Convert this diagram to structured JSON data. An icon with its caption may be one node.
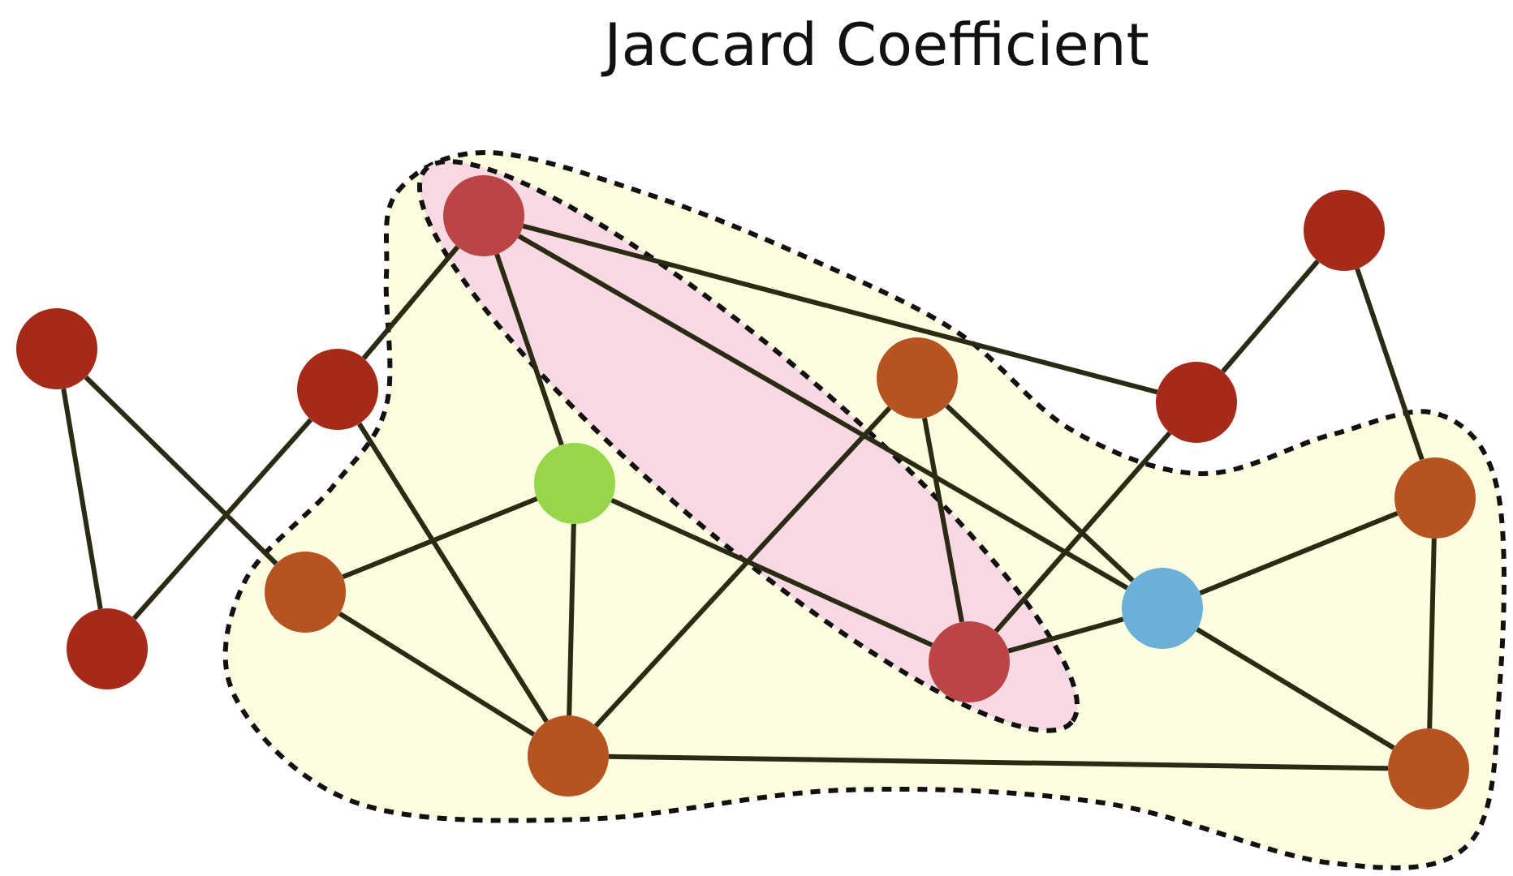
{
  "diagram": {
    "title": "Jaccard Coefficient",
    "nodes": [
      {
        "text": [],
        "shape": "circle"
      },
      {
        "text": [],
        "shape": "circle"
      },
      {
        "text": [],
        "shape": "circle"
      },
      {
        "text": [],
        "shape": "circle"
      },
      {
        "text": [],
        "shape": "circle"
      },
      {
        "text": [],
        "shape": "circle"
      },
      {
        "text": [],
        "shape": "circle"
      },
      {
        "text": [],
        "shape": "circle"
      },
      {
        "text": [],
        "shape": "circle"
      },
      {
        "text": [],
        "shape": "circle"
      },
      {
        "text": [],
        "shape": "circle"
      },
      {
        "text": [],
        "shape": "circle"
      },
      {
        "text": [],
        "shape": "circle"
      },
      {
        "text": [],
        "shape": "circle"
      }
    ],
    "edges": [
      {
        "from": 0,
        "to": 1,
        "arrow": "none"
      },
      {
        "from": 0,
        "to": 4,
        "arrow": "none"
      },
      {
        "from": 1,
        "to": 2,
        "arrow": "none"
      },
      {
        "from": 2,
        "to": 3,
        "arrow": "none"
      },
      {
        "from": 2,
        "to": 6,
        "arrow": "none"
      },
      {
        "from": 3,
        "to": 5,
        "arrow": "none"
      },
      {
        "from": 3,
        "to": 9,
        "arrow": "none"
      },
      {
        "from": 3,
        "to": 11,
        "arrow": "none"
      },
      {
        "from": 4,
        "to": 5,
        "arrow": "none"
      },
      {
        "from": 4,
        "to": 6,
        "arrow": "none"
      },
      {
        "from": 5,
        "to": 6,
        "arrow": "none"
      },
      {
        "from": 5,
        "to": 8,
        "arrow": "none"
      },
      {
        "from": 6,
        "to": 7,
        "arrow": "none"
      },
      {
        "from": 6,
        "to": 13,
        "arrow": "none"
      },
      {
        "from": 7,
        "to": 8,
        "arrow": "none"
      },
      {
        "from": 7,
        "to": 11,
        "arrow": "none"
      },
      {
        "from": 8,
        "to": 9,
        "arrow": "none"
      },
      {
        "from": 8,
        "to": 11,
        "arrow": "none"
      },
      {
        "from": 9,
        "to": 10,
        "arrow": "none"
      },
      {
        "from": 10,
        "to": 12,
        "arrow": "none"
      },
      {
        "from": 11,
        "to": 12,
        "arrow": "none"
      },
      {
        "from": 11,
        "to": 13,
        "arrow": "none"
      },
      {
        "from": 12,
        "to": 13,
        "arrow": "none"
      }
    ]
  }
}
